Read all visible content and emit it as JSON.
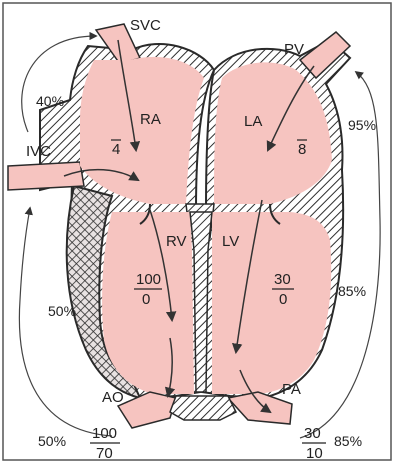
{
  "colors": {
    "background": "#ffffff",
    "border": "#555555",
    "chamber_fill": "#f6c4c0",
    "wall_fill": "#dcd8d8",
    "wall_stroke": "#2a2a2a",
    "hatch": "#2f2f2f",
    "crosshatch": "#2f2f2f",
    "flow_line": "#333333",
    "text": "#222222"
  },
  "labels": {
    "svc": "SVC",
    "ivc": "IVC",
    "pv": "PV",
    "ra": "RA",
    "la": "LA",
    "rv": "RV",
    "lv": "LV",
    "ao": "AO",
    "pa": "PA"
  },
  "pressures": {
    "ra": {
      "value": "4"
    },
    "la": {
      "value": "8"
    },
    "rv": {
      "systolic": "100",
      "diastolic": "0"
    },
    "lv": {
      "systolic": "30",
      "diastolic": "0"
    },
    "ao": {
      "systolic": "100",
      "diastolic": "70"
    },
    "pa": {
      "systolic": "30",
      "diastolic": "10"
    }
  },
  "saturations": {
    "svc_ivc": "40%",
    "pv": "95%",
    "rv_to_ao": "50%",
    "lv_to_pa": "85%",
    "ao": "50%",
    "pa": "85%"
  }
}
